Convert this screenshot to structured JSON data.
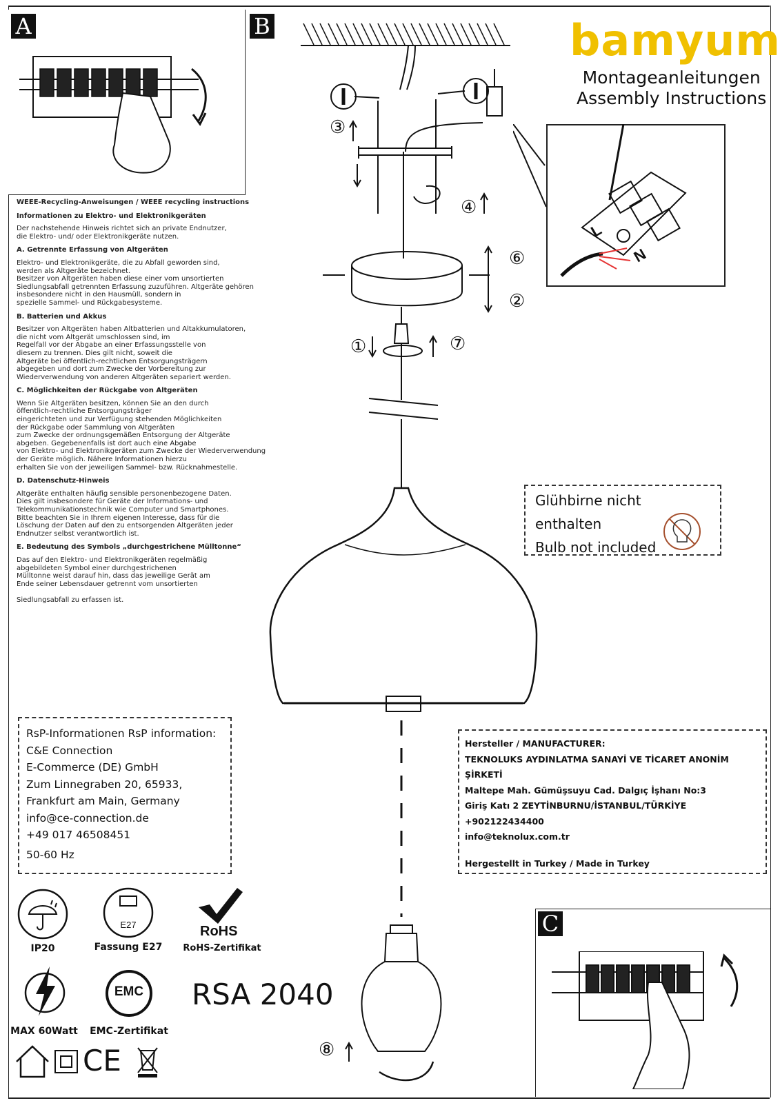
{
  "brand": {
    "name": "bamyum",
    "title_de": "Montageanleitungen",
    "title_en": "Assembly Instructions"
  },
  "panels": {
    "a": "A",
    "b": "B",
    "c": "C"
  },
  "weee": {
    "title": "WEEE-Recycling-Anweisungen / WEEE recycling instructions",
    "subtitle": "Informationen zu Elektro- und Elektronikgeräten",
    "intro": "Der nachstehende Hinweis richtet sich an private Endnutzer,\n die Elektro- und/ oder Elektronikgeräte nutzen.",
    "sections": [
      {
        "heading": "A. Getrennte Erfassung von Altgeräten",
        "text": "Elektro- und Elektronikgeräte, die zu Abfall geworden sind,\n werden als Altgeräte bezeichnet.\nBesitzer von Altgeräten haben diese einer vom unsortierten\nSiedlungsabfall getrennten Erfassung zuzuführen. Altgeräte gehören\ninsbesondere nicht in den Hausmüll, sondern in\nspezielle Sammel- und Rückgabesysteme."
      },
      {
        "heading": "B. Batterien und Akkus",
        "text": "Besitzer von Altgeräten haben Altbatterien und Altakkumulatoren,\n die nicht vom Altgerät umschlossen sind, im\nRegelfall vor der Abgabe an einer Erfassungsstelle von\ndiesem zu trennen. Dies gilt nicht, soweit die\nAltgeräte bei öffentlich-rechtlichen Entsorgungsträgern\nabgegeben und dort zum Zwecke der Vorbereitung zur\nWiederverwendung von anderen Altgeräten separiert werden."
      },
      {
        "heading": "C. Möglichkeiten der Rückgabe von Altgeräten",
        "text": "Wenn Sie Altgeräten besitzen, können Sie an den durch\nöffentlich-rechtliche Entsorgungsträger\neingerichteten und zur Verfügung stehenden Möglichkeiten\nder Rückgabe oder Sammlung von Altgeräten\n zum Zwecke der ordnungsgemäßen Entsorgung der Altgeräte\nabgeben. Gegebenenfalls ist dort auch eine Abgabe\n von Elektro- und Elektronikgeräten zum Zwecke der Wiederverwendung\nder Geräte möglich. Nähere Informationen hierzu\nerhalten Sie von der jeweiligen Sammel- bzw. Rücknahmestelle."
      },
      {
        "heading": "D. Datenschutz-Hinweis",
        "text": "Altgeräte enthalten häufig sensible personenbezogene Daten.\nDies gilt insbesondere für Geräte der Informations- und\nTelekommunikationstechnik wie Computer und Smartphones.\n Bitte beachten Sie in Ihrem eigenen Interesse, dass für die\nLöschung der Daten auf den zu entsorgenden Altgeräten jeder\nEndnutzer selbst verantwortlich ist."
      },
      {
        "heading": "E. Bedeutung des Symbols „durchgestrichene Mülltonne“",
        "text": "Das auf den Elektro- und Elektronikgeräten regelmäßig\n abgebildeten Symbol einer durchgestrichenen\nMülltonne weist darauf hin, dass das jeweilige Gerät am\nEnde seiner Lebensdauer getrennt vom unsortierten\n\nSiedlungsabfall zu erfassen ist."
      }
    ]
  },
  "bulb_notice": {
    "de": "Glühbirne nicht enthalten",
    "en": "Bulb not included"
  },
  "steps": [
    "①",
    "②",
    "③",
    "④",
    "⑥",
    "⑦",
    "⑧"
  ],
  "wiring": {
    "l": "L",
    "n": "N"
  },
  "rsp": {
    "title": "RsP-Informationen RsP information:",
    "lines": [
      "C&E Connection",
      "E-Commerce (DE) GmbH",
      "Zum Linnegraben 20, 65933,",
      "Frankfurt am Main, Germany",
      "info@ce-connection.de",
      "+49 017 46508451"
    ],
    "freq": "50-60 Hz"
  },
  "manufacturer": {
    "label": "Hersteller / MANUFACTURER:",
    "lines": [
      "TEKNOLUKS AYDINLATMA SANAYİ VE TİCARET ANONİM ŞİRKETİ",
      "Maltepe Mah. Gümüşsuyu Cad. Dalgıç İşhanı No:3",
      "Giriş Katı 2 ZEYTİNBURNU/İSTANBUL/TÜRKİYE",
      "+902122434400",
      "info@teknolux.com.tr"
    ],
    "made_in": "Hergestellt in Turkey / Made in Turkey"
  },
  "icons": {
    "ip": "IP20",
    "socket": "Fassung E27",
    "socket_code": "E27",
    "rohs": "RoHS-Zertifikat",
    "rohs_mark": "RoHS",
    "max": "MAX 60Watt",
    "emc": "EMC-Zertifikat",
    "emc_mark": "EMC",
    "ce": "CE"
  },
  "model": "RSA 2040"
}
